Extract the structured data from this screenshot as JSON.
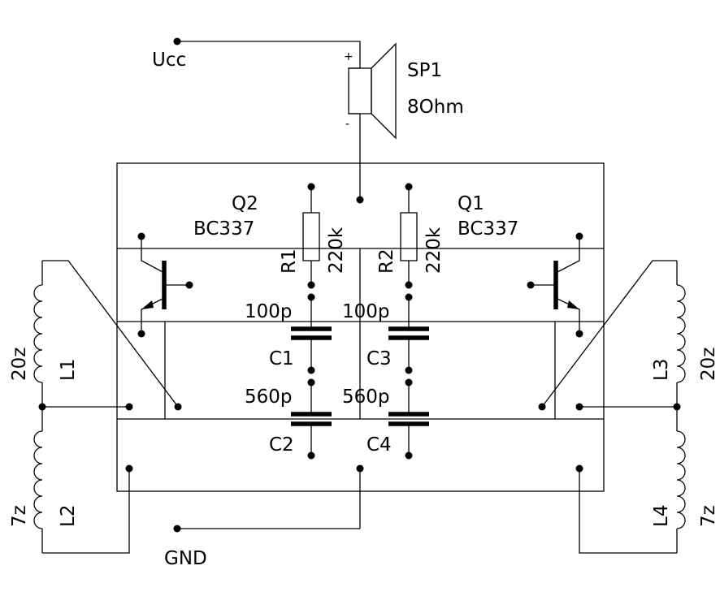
{
  "nets": {
    "vcc": "Ucc",
    "gnd": "GND"
  },
  "speaker": {
    "name": "SP1",
    "value": "8Ohm",
    "plus": "+",
    "minus": "-"
  },
  "transistors": [
    {
      "name": "Q2",
      "type": "BC337"
    },
    {
      "name": "Q1",
      "type": "BC337"
    }
  ],
  "resistors": [
    {
      "name": "R1",
      "value": "220k"
    },
    {
      "name": "R2",
      "value": "220k"
    }
  ],
  "capacitors": [
    {
      "name": "C1",
      "value": "100p"
    },
    {
      "name": "C2",
      "value": "560p"
    },
    {
      "name": "C3",
      "value": "100p"
    },
    {
      "name": "C4",
      "value": "560p"
    }
  ],
  "inductors": [
    {
      "name": "L1",
      "value": "20z"
    },
    {
      "name": "L2",
      "value": "7z"
    },
    {
      "name": "L3",
      "value": "20z"
    },
    {
      "name": "L4",
      "value": "7z"
    }
  ]
}
